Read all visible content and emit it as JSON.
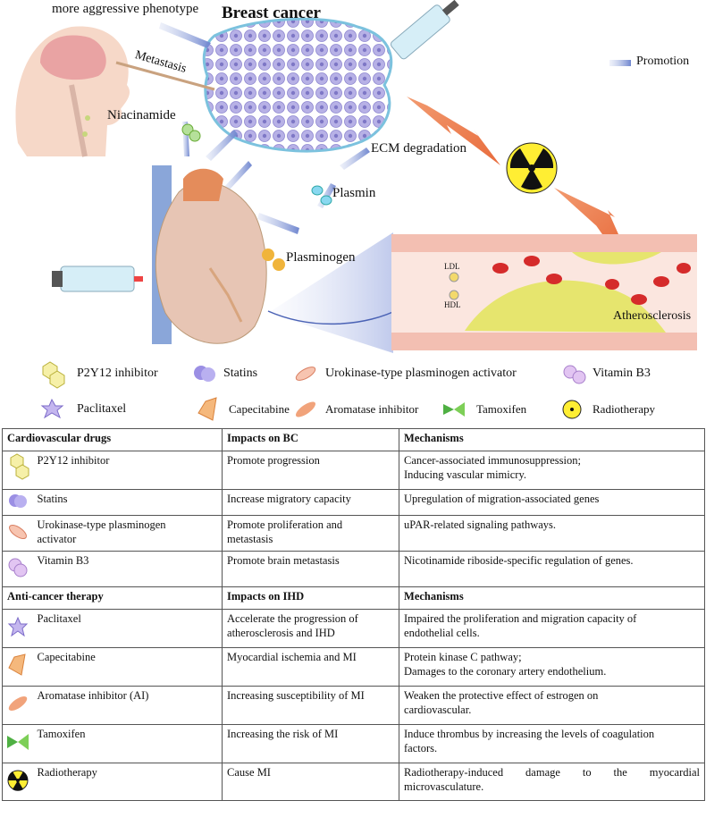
{
  "diagram": {
    "title": "Breast cancer",
    "more_aggressive": "more aggressive phenotype",
    "metastasis": "Metastasis",
    "niacinamide": "Niacinamide",
    "ecm": "ECM degradation",
    "plasmin": "Plasmin",
    "plasminogen": "Plasminogen",
    "promotion": "Promotion",
    "ldl": "LDL",
    "hdl": "HDL",
    "atherosclerosis": "Atherosclerosis"
  },
  "legend": {
    "p2y12": "P2Y12 inhibitor",
    "statins": "Statins",
    "upa": "Urokinase-type plasminogen activator",
    "vitb3": "Vitamin B3",
    "paclitaxel": "Paclitaxel",
    "capecitabine": "Capecitabine",
    "aromatase": "Aromatase inhibitor",
    "tamoxifen": "Tamoxifen",
    "radiotherapy": "Radiotherapy"
  },
  "table": {
    "section1": {
      "c1": "Cardiovascular drugs",
      "c2": "Impacts on BC",
      "c3": "Mechanisms"
    },
    "rows1": [
      {
        "name": "P2Y12 inhibitor",
        "impact": "Promote progression",
        "mech1": "Cancer-associated immunosuppression;",
        "mech2": "Inducing vascular mimicry."
      },
      {
        "name": "Statins",
        "impact": "Increase migratory capacity",
        "mech1": "Upregulation of migration-associated genes",
        "mech2": ""
      },
      {
        "name1": "Urokinase-type plasminogen",
        "name2": "activator",
        "impact1": "Promote proliferation and",
        "impact2": "metastasis",
        "mech1": "uPAR-related signaling pathways."
      },
      {
        "name": "Vitamin B3",
        "impact": "Promote brain metastasis",
        "mech1": "Nicotinamide riboside-specific regulation of genes."
      }
    ],
    "section2": {
      "c1": "Anti-cancer therapy",
      "c2": "Impacts on IHD",
      "c3": "Mechanisms"
    },
    "rows2": [
      {
        "name": "Paclitaxel",
        "impact1": "Accelerate the progression of",
        "impact2": "atherosclerosis and IHD",
        "mech1": "Impaired the proliferation and migration capacity of",
        "mech2": "endothelial cells."
      },
      {
        "name": "Capecitabine",
        "impact1": "Myocardial ischemia and MI",
        "impact2": "",
        "mech1": "Protein kinase C pathway;",
        "mech2": "Damages to the coronary artery endothelium."
      },
      {
        "name": "Aromatase inhibitor (AI)",
        "impact1": "Increasing susceptibility of MI",
        "impact2": "",
        "mech1": "Weaken the protective effect of estrogen on",
        "mech2": "cardiovascular."
      },
      {
        "name": "Tamoxifen",
        "impact1": "Increasing the risk of MI",
        "impact2": "",
        "mech1": "Induce thrombus by increasing the levels of coagulation",
        "mech2": "factors."
      },
      {
        "name": "Radiotherapy",
        "impact1": "Cause MI",
        "impact2": "",
        "mech1": "Radiotherapy-induced damage to the myocardial",
        "mech2": "microvasculature."
      }
    ]
  }
}
